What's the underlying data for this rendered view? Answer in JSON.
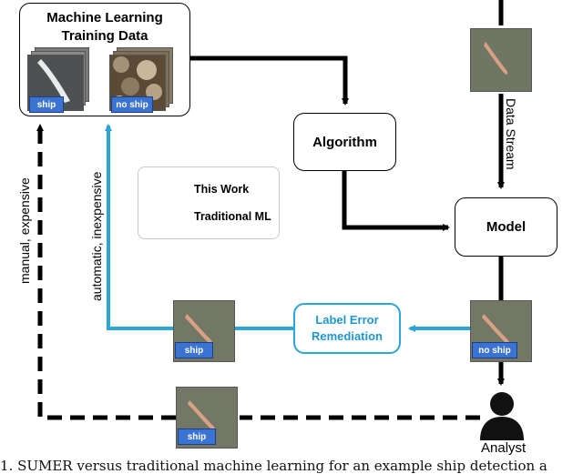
{
  "training_data": {
    "title_line1": "Machine Learning",
    "title_line2": "Training Data",
    "ship_tag": "ship",
    "no_ship_tag": "no ship"
  },
  "algorithm": {
    "label": "Algorithm"
  },
  "model": {
    "label": "Model"
  },
  "data_stream": {
    "label": "Data Stream"
  },
  "legend": {
    "this_work": "This Work",
    "traditional_ml": "Traditional ML"
  },
  "label_error": {
    "line1": "Label Error",
    "line2": "Remediation"
  },
  "thumbnails": {
    "left_tag": "ship",
    "right_tag": "no ship",
    "bottom_tag": "ship"
  },
  "edges": {
    "manual": "manual, expensive",
    "automatic": "automatic, inexpensive"
  },
  "analyst": {
    "label": "Analyst"
  },
  "caption": "1. SUMER versus traditional machine learning for an example ship detection a",
  "colors": {
    "this_work": "#29a7d9",
    "traditional": "#000000",
    "tag": "#3a73d1"
  }
}
